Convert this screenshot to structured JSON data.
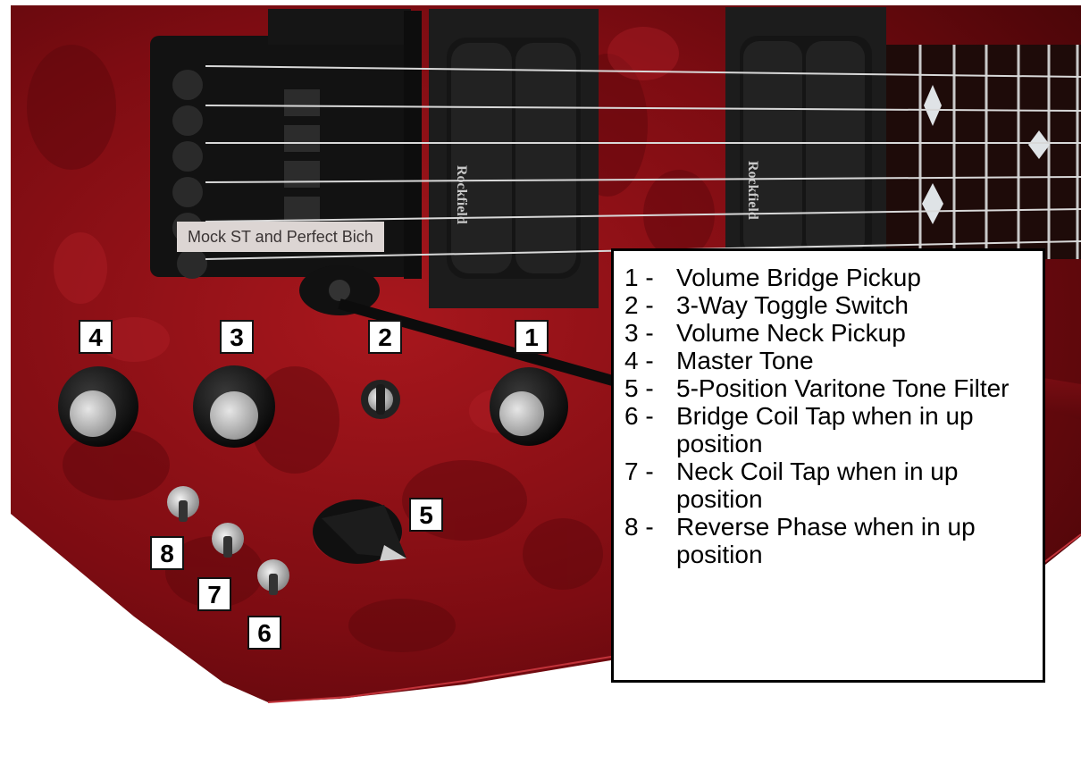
{
  "tooltip": {
    "text": "Mock ST and Perfect Bich"
  },
  "pickups": {
    "brand": "Rockfield"
  },
  "markers": [
    "1",
    "2",
    "3",
    "4",
    "5",
    "6",
    "7",
    "8"
  ],
  "legend": [
    {
      "num": "1 -",
      "text": "Volume Bridge Pickup"
    },
    {
      "num": "2 -",
      "text": "3-Way Toggle Switch"
    },
    {
      "num": "3 -",
      "text": "Volume Neck Pickup"
    },
    {
      "num": "4 -",
      "text": "Master Tone"
    },
    {
      "num": "5 -",
      "text": "5-Position Varitone Tone Filter"
    },
    {
      "num": "6 -",
      "text": "Bridge Coil Tap when in up position"
    },
    {
      "num": "7 -",
      "text": "Neck Coil Tap when in up position"
    },
    {
      "num": "8 -",
      "text": "Reverse Phase when in up position"
    }
  ],
  "colors": {
    "body": "#8a1016",
    "body_dark": "#4a0508",
    "hardware": "#1a1a1a",
    "background": "#ffffff"
  }
}
